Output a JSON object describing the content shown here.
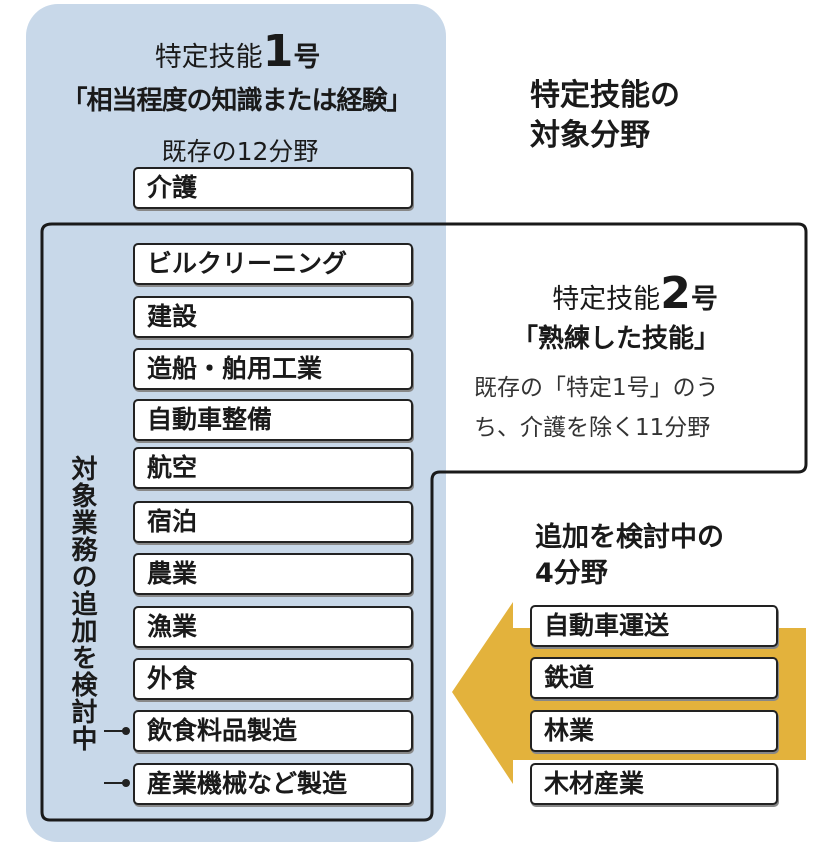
{
  "title": {
    "line1": "特定技能の",
    "line2": "対象分野"
  },
  "tier1": {
    "heading_prefix": "特定技能",
    "heading_number": "1",
    "heading_suffix": "号",
    "subtitle": "「相当程度の知識または経験」",
    "existing_label": "既存の12分野",
    "fields": [
      "介護"
    ]
  },
  "tier2": {
    "heading_prefix": "特定技能",
    "heading_number": "2",
    "heading_suffix": "号",
    "subtitle": "「熟練した技能」",
    "description_line1": "既存の「特定1号」のう",
    "description_line2": "ち、介護を除く11分野",
    "fields": [
      "ビルクリーニング",
      "建設",
      "造船・舶用工業",
      "自動車整備",
      "航空",
      "宿泊",
      "農業",
      "漁業",
      "外食",
      "飲食料品製造",
      "産業機械など製造"
    ]
  },
  "vertical_note": "対象業務の追加を検討中",
  "proposed": {
    "label_line1": "追加を検討中の",
    "label_line2": "4分野",
    "fields": [
      "自動車運送",
      "鉄道",
      "林業",
      "木材産業"
    ]
  },
  "colors": {
    "panel": "#c8d8e9",
    "arrow": "#e3b23c",
    "outline": "#1a1a1a"
  }
}
